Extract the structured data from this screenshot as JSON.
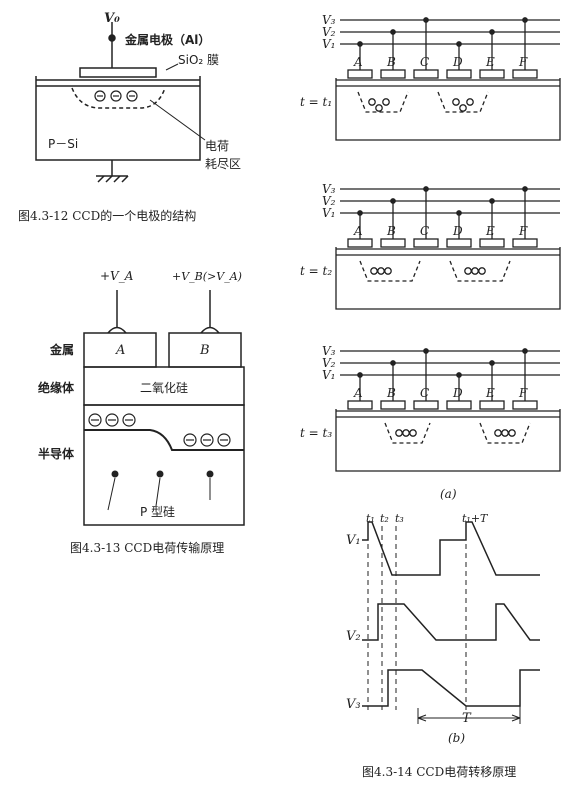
{
  "fig12": {
    "v0": "V₀",
    "metal_electrode": "金属电极（Al）",
    "sio2_film": "SiO₂ 膜",
    "psi": "P－Si",
    "charge": "电荷",
    "depletion": "耗尽区",
    "caption": "图4.3-12   CCD的一个电极的结构"
  },
  "fig13": {
    "plus_va": "+V_A",
    "plus_vb": "+V_B(>V_A)",
    "metal": "金属",
    "insulator": "绝缘体",
    "semiconductor": "半导体",
    "electrode_a": "A",
    "electrode_b": "B",
    "silicon_dioxide": "二氧化硅",
    "p_silicon": "P 型硅",
    "caption": "图4.3-13    CCD电荷传输原理"
  },
  "fig14a": {
    "v_labels": [
      "V₃",
      "V₂",
      "V₁"
    ],
    "electrodes": [
      "A",
      "B",
      "C",
      "D",
      "E",
      "F"
    ],
    "times": [
      "t = t₁",
      "t = t₂",
      "t = t₃"
    ],
    "sublabel": "(a)"
  },
  "fig14b": {
    "time_marks": [
      "t₁",
      "t₂",
      "t₃",
      "t₁+T"
    ],
    "v_labels": [
      "V₁",
      "V₂",
      "V₃"
    ],
    "period": "T",
    "sublabel": "(b)",
    "caption": "图4.3-14    CCD电荷转移原理"
  }
}
